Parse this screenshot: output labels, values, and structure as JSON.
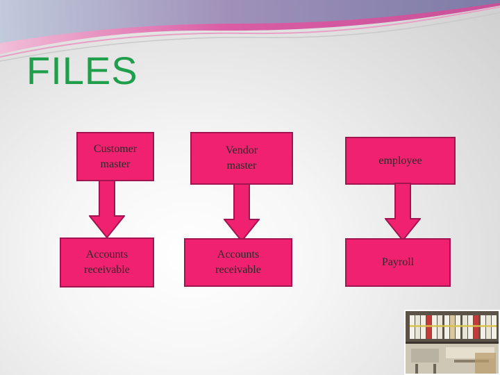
{
  "title": "FILES",
  "colors": {
    "title": "#1f9e4c",
    "box_fill": "#f0226f",
    "box_border": "#a0154f",
    "arrow_fill": "#f0226f",
    "arrow_stroke": "#a0154f",
    "swoosh_pink": "#d8459a",
    "swoosh_teal": "#5fb8c8"
  },
  "diagram": {
    "columns": [
      {
        "source": "Customer\nmaster",
        "target": "Accounts\nreceivable"
      },
      {
        "source": "Vendor\nmaster",
        "target": "Accounts\nreceivable"
      },
      {
        "source": "employee",
        "target": "Payroll"
      }
    ]
  },
  "decoration": {
    "photo": "office-file-shelves-photo"
  }
}
